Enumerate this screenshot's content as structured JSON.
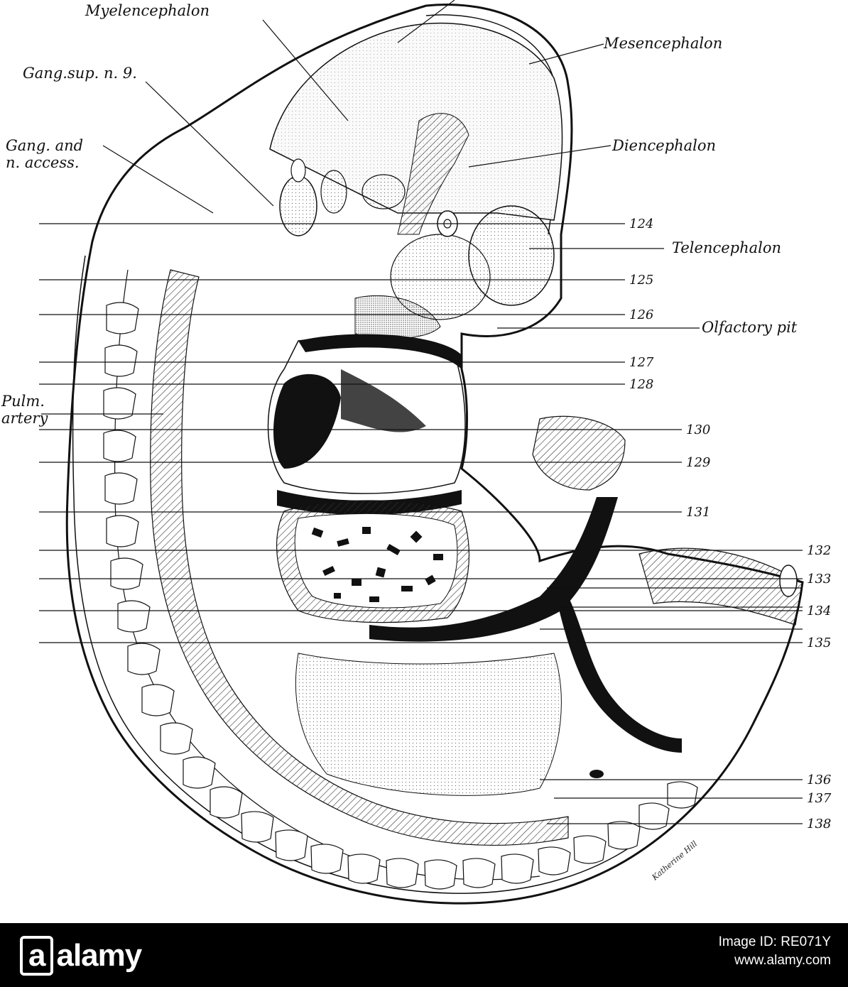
{
  "figure": {
    "labels": {
      "myelencephalon": "Myelencephalon",
      "mesencephalon": "Mesencephalon",
      "gang_sup": "Gang.sup. n. 9.",
      "gang_and": "Gang. and",
      "n_access": "n. access.",
      "diencephalon": "Diencephalon",
      "telencephalon": "Telencephalon",
      "olfactory_pit": "Olfactory pit",
      "pulm": "Pulm.",
      "artery": "artery"
    },
    "section_numbers": [
      "124",
      "125",
      "126",
      "127",
      "128",
      "130",
      "129",
      "131",
      "132",
      "133",
      "134",
      "135",
      "136",
      "137",
      "138"
    ],
    "signature": "Katherine Hill"
  },
  "footer": {
    "logo_box": "a",
    "logo_rest": "alamy",
    "image_id_label": "Image ID: RE071Y",
    "site": "www.alamy.com"
  }
}
